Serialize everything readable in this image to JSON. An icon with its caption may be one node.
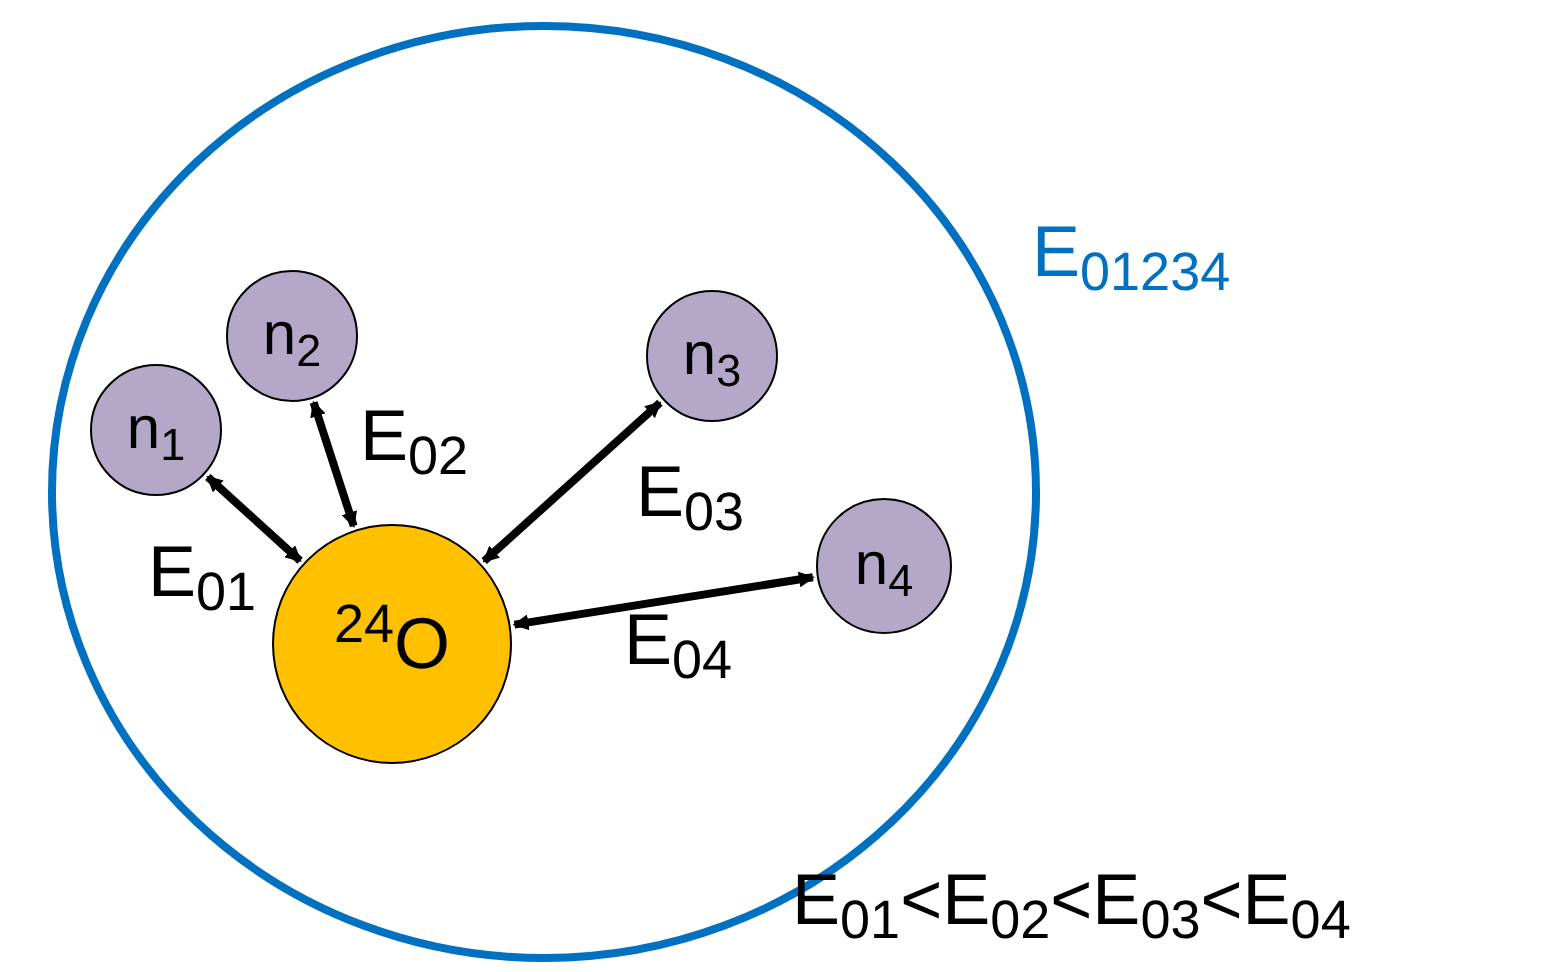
{
  "diagram": {
    "nodes": [
      {
        "text": [
          "E$_{01234}$"
        ]
      },
      {
        "text": [
          "$^{24}$O"
        ],
        "in": 0
      },
      {
        "text": [
          "n$_{1}$"
        ],
        "in": 0
      },
      {
        "text": [
          "n$_{2}$"
        ],
        "in": 0
      },
      {
        "text": [
          "n$_{3}$"
        ],
        "in": 0
      },
      {
        "text": [
          "n$_{4}$"
        ],
        "in": 0
      }
    ],
    "edges": [
      {
        "from": 1,
        "to": 2,
        "arrow": "both",
        "label": "E$_{01}$"
      },
      {
        "from": 1,
        "to": 3,
        "arrow": "both",
        "label": "E$_{02}$"
      },
      {
        "from": 1,
        "to": 4,
        "arrow": "both",
        "label": "E$_{03}$"
      },
      {
        "from": 1,
        "to": 5,
        "arrow": "both",
        "label": "E$_{04}$"
      }
    ],
    "labels": [
      "E$_{01}$<E$_{02}$<E$_{03}$<E$_{04}$"
    ]
  }
}
